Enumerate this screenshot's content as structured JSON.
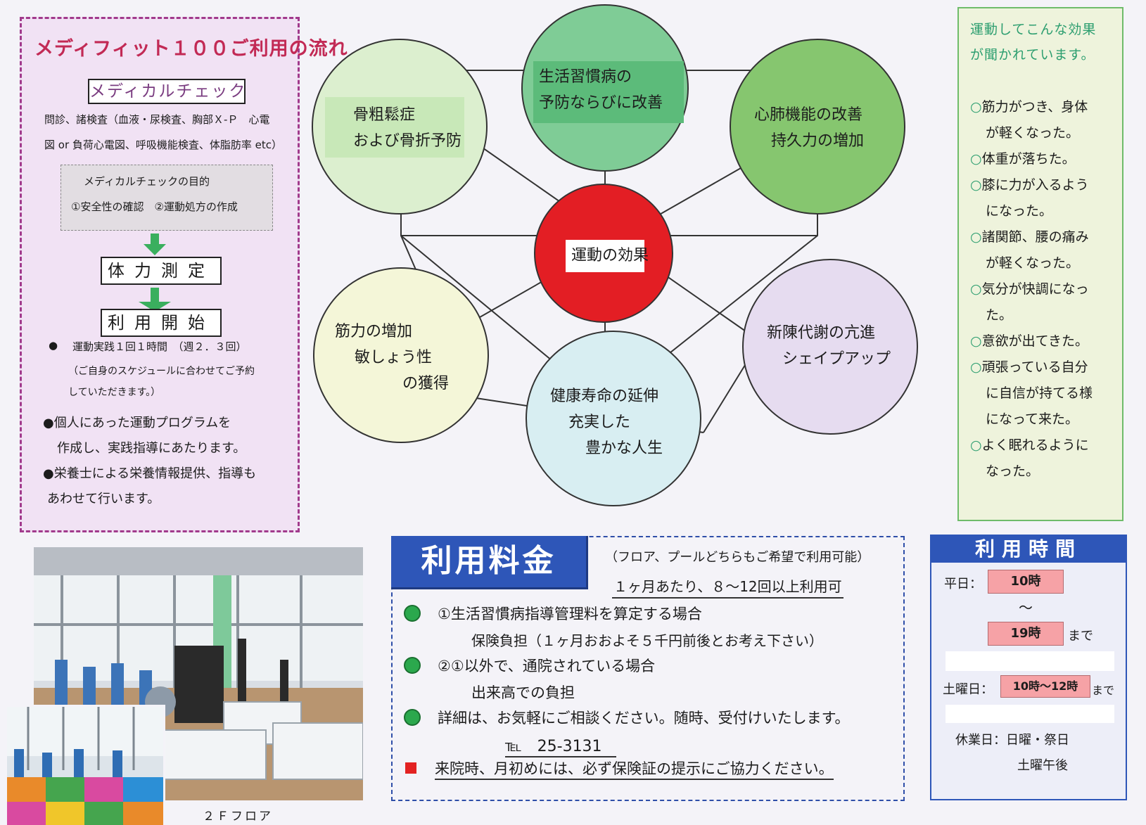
{
  "flow": {
    "title": "メディフィット１００ご利用の流れ",
    "medical_check_label": "メディカルチェック",
    "medical_check_desc1": "問診、諸検査（血液・尿検査、胸部Ｘ-Ｐ　心電",
    "medical_check_desc2": "図 or 負荷心電図、呼吸機能検査、体脂肪率 etc）",
    "purpose_title": "メディカルチェックの目的",
    "purpose_items": "①安全性の確認　②運動処方の作成",
    "fitness_label": "体力測定",
    "start_label": "利用開始",
    "bullet_mark": "●",
    "practice1": "運動実践１回１時間　（週２．３回）",
    "practice2": "（ご自身のスケジュールに合わせてご予約",
    "practice3": "していただきます。）",
    "bullet2_line1": "●個人にあった運動プログラムを",
    "bullet2_line2": "作成し、実践指導にあたります。",
    "bullet3_line1": "●栄養士による栄養情報提供、指導も",
    "bullet3_line2": "あわせて行います。"
  },
  "diagram": {
    "center": "運動の効果",
    "top_line1": "生活習慣病の",
    "top_line2": "予防ならびに改善",
    "upper_left_line1": "骨粗鬆症",
    "upper_left_line2": "および骨折予防",
    "upper_right_line1": "心肺機能の改善",
    "upper_right_line2": "持久力の増加",
    "lower_left_line1": "筋力の増加",
    "lower_left_line2": "敏しょう性",
    "lower_left_line3": "の獲得",
    "lower_right_line1": "新陳代謝の亢進",
    "lower_right_line2": "シェイプアップ",
    "bottom_line1": "健康寿命の延伸",
    "bottom_line2": "充実した",
    "bottom_line3": "豊かな人生",
    "colors": {
      "center": "#e31e24",
      "top": "#7fcc96",
      "upper_left": "#dcefcf",
      "upper_right": "#86c66f",
      "lower_left": "#f4f6d8",
      "lower_right": "#e6dcf0",
      "bottom": "#d8eef2"
    }
  },
  "effects": {
    "title_line1": "運動してこんな効果",
    "title_line2": "が聞かれています。",
    "mark": "○",
    "items": [
      [
        "筋力がつき、身体",
        "が軽くなった。"
      ],
      [
        "体重が落ちた。"
      ],
      [
        "膝に力が入るよう",
        "になった。"
      ],
      [
        "諸関節、腰の痛み",
        "が軽くなった。"
      ],
      [
        "気分が快調になっ",
        "た。"
      ],
      [
        "意欲が出てきた。"
      ],
      [
        "頑張っている自分",
        "に自信が持てる様",
        "になって来た。"
      ],
      [
        "よく眠れるように",
        "なった。"
      ]
    ]
  },
  "photo": {
    "caption": "２Ｆフロア"
  },
  "fee": {
    "title": "利用料金",
    "note": "（フロア、プールどちらもご希望で利用可能）",
    "frequency": "１ヶ月あたり、８～12回以上利用可",
    "item1_line1": "①生活習慣病指導管理料を算定する場合",
    "item1_line2": "保険負担（１ヶ月おおよそ５千円前後とお考え下さい）",
    "item2_line1": "②①以外で、通院されている場合",
    "item2_line2": "出来高での負担",
    "item3_line1": "詳細は、お気軽にご相談ください。随時、受付けいたします。",
    "tel": "℡　25-3131",
    "note2": "来院時、月初めには、必ず保険証の提示にご協力ください。",
    "colors": {
      "accent": "#2e56b8",
      "dot": "#2ba84d",
      "mark": "#e32222"
    }
  },
  "hours": {
    "title": "利用時間",
    "weekday_label": "平日：",
    "weekday_start": "10時",
    "tilde": "～",
    "weekday_end": "19時",
    "made": "まで",
    "saturday_label": "土曜日：",
    "saturday_hours": "10時～12時",
    "closed_line1": "休業日：日曜・祭日",
    "closed_line2": "土曜午後",
    "colors": {
      "header": "#2e56b8",
      "time_box": "#f6a2a6"
    }
  }
}
